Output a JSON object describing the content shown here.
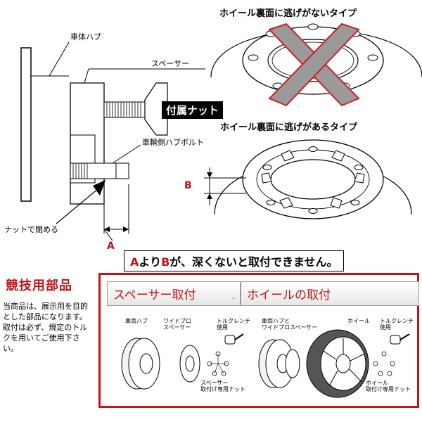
{
  "left_diagram": {
    "hub_label": "車体ハブ",
    "spacer_label": "スペーサー",
    "nut_label": "付属ナット",
    "bolt_label": "車輌側ハブボルト",
    "close_label": "ナットで閉める",
    "a_label": "A",
    "b_label": "B"
  },
  "right_diagram": {
    "no_relief_title": "ホイール裏面に逃げがないタイプ",
    "relief_title": "ホイール裏面に逃げがあるタイプ"
  },
  "warning": {
    "a": "A",
    "mid": "より",
    "b": "B",
    "rest": "が、深くないと取付できません。"
  },
  "racing": {
    "title": "競技用部品",
    "note": "当商品は、展示用を目的とした部品になります。取付は必ず、規定のトルクを用いてご使用下さい。"
  },
  "panel_left": {
    "title": "スペーサー取付",
    "hub": "車両ハブ",
    "spacer": "ワイドプロ\nスペーサー",
    "wrench": "トルクレンチ\n使用",
    "nut": "スペーサー\n取付け専用ナット"
  },
  "panel_right": {
    "title": "ホイールの取付",
    "hub": "車両ハブと\nワイドプロスペーサー",
    "wheel": "ホイール",
    "wrench": "トルクレンチ\n使用",
    "nut": "ホイール\n取付け専用ナット"
  },
  "colors": {
    "accent": "#c0141a",
    "cross": "#999999"
  }
}
